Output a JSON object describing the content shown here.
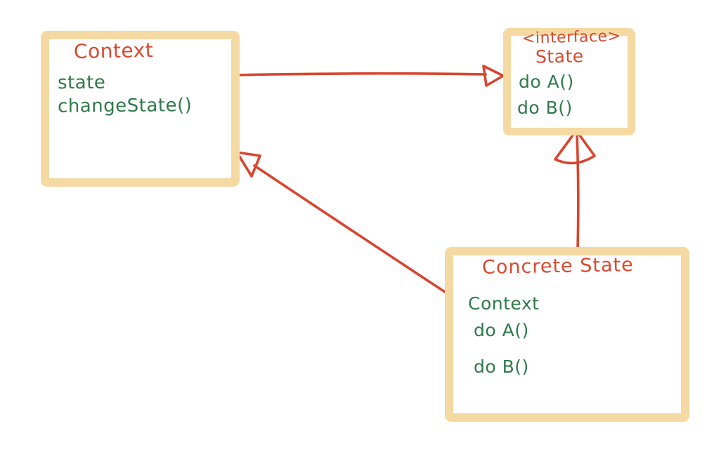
{
  "palette": {
    "canvas_bg": "#ffffff",
    "box_border": "#f5d9a2",
    "title_red": "#d9492f",
    "member_green": "#2e7a4a",
    "arrow_red": "#d9452e"
  },
  "boxes": {
    "context": {
      "title": "Context",
      "members": [
        "state",
        "changeState()"
      ]
    },
    "state_interface": {
      "stereotype": "<interface>",
      "title": "State",
      "members": [
        "do A()",
        "do B()"
      ]
    },
    "concrete_state": {
      "title": "Concrete State",
      "members": [
        "Context",
        "do A()",
        "do B()"
      ]
    }
  },
  "arrows": [
    {
      "name": "context-to-state-interface",
      "from": "Context",
      "to": "State",
      "head": "open-triangle"
    },
    {
      "name": "concrete-state-to-state-interface",
      "from": "Concrete State",
      "to": "State",
      "head": "open-triangle"
    },
    {
      "name": "concrete-state-to-context",
      "from": "Concrete State",
      "to": "Context",
      "head": "open-triangle"
    }
  ]
}
